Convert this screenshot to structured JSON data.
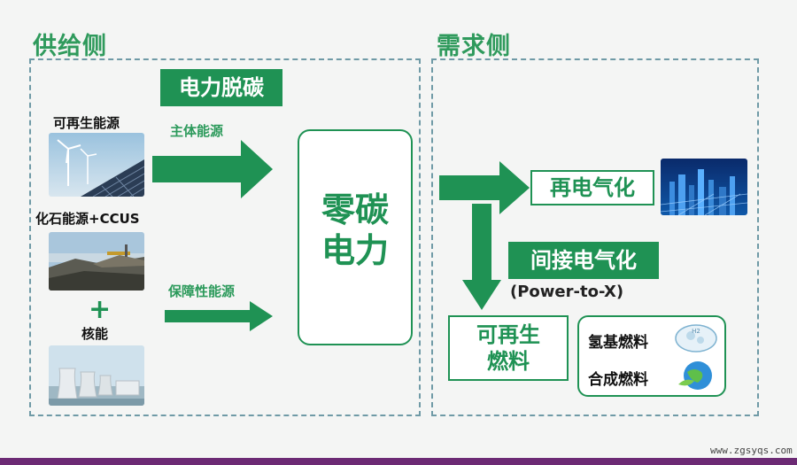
{
  "supply": {
    "title": "供给侧",
    "banner": "电力脱碳",
    "sources": {
      "renewable": "可再生能源",
      "fossil": "化石能源+CCUS",
      "plus": "+",
      "nuclear": "核能"
    },
    "arrow_main_label": "主体能源",
    "arrow_guarantee_label": "保障性能源"
  },
  "center": {
    "line1": "零碳",
    "line2": "电力"
  },
  "demand": {
    "title": "需求侧",
    "reelectrify": "再电气化",
    "indirect": "间接电气化",
    "indirect_sub": "(Power-to-X)",
    "renewable_fuel_line1": "可再生",
    "renewable_fuel_line2": "燃料",
    "fuel1": "氢基燃料",
    "fuel2": "合成燃料"
  },
  "watermark": "www.zgsyqs.com",
  "colors": {
    "green": "#1f9254",
    "dash": "#6f9aa6",
    "title_green": "#2f9a5c"
  }
}
